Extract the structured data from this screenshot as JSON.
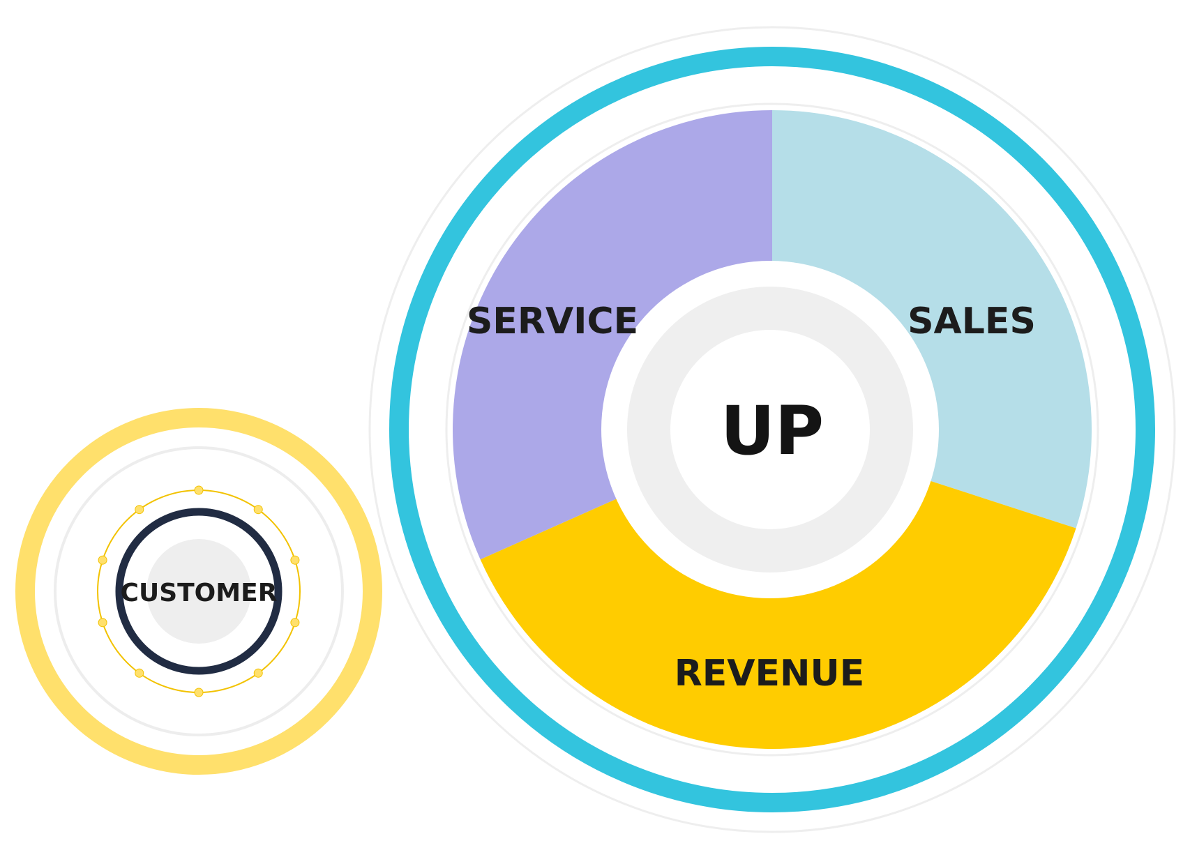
{
  "customer": {
    "label": "CUSTOMER",
    "colors": {
      "outer": "#ffe06c",
      "ring": "#ededed",
      "dark": "#212c43",
      "core": "#eeeeee",
      "dots": "#f2c200"
    }
  },
  "wheel": {
    "center_label": "UP",
    "segments": [
      {
        "label": "SALES",
        "color": "#b5dee8"
      },
      {
        "label": "REVENUE",
        "color": "#ffcc00"
      },
      {
        "label": "SERVICE",
        "color": "#aca8e8"
      }
    ],
    "colors": {
      "accent_ring": "#33c4de",
      "thin_ring": "#eeeeee",
      "hub_ring": "#efefef",
      "hub_core": "#ffffff"
    }
  }
}
